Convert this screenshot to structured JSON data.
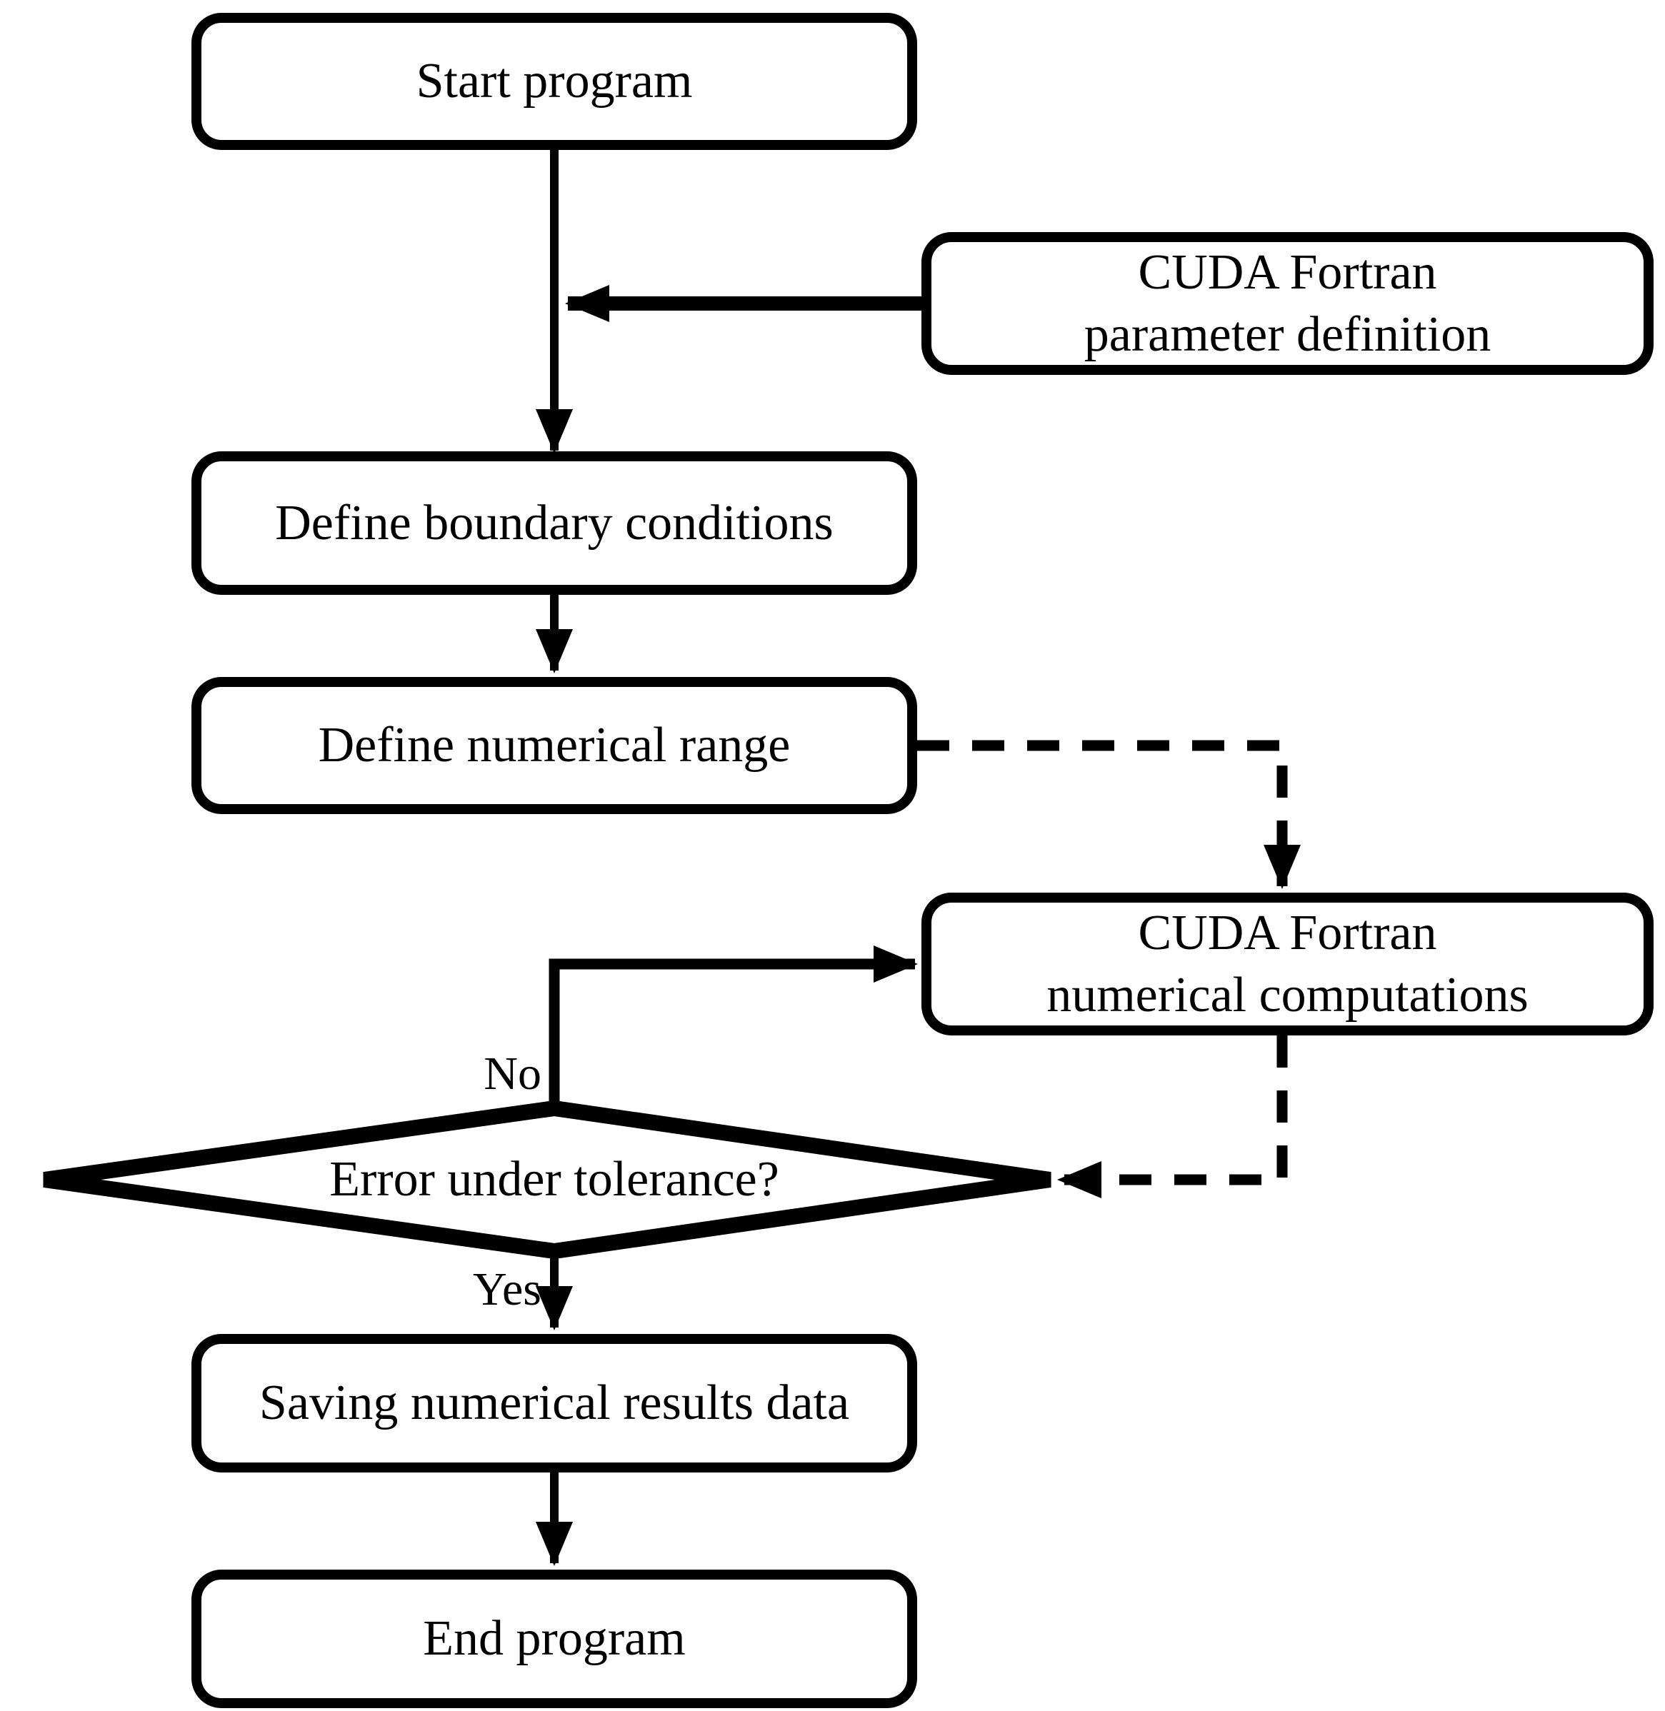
{
  "diagram": {
    "title": "CUDA Fortran program flowchart",
    "colors": {
      "stroke": "#000000",
      "background": "#ffffff",
      "text": "#000000"
    },
    "nodes": {
      "start": {
        "label": "Start program"
      },
      "param": {
        "label": "CUDA Fortran\nparameter definition"
      },
      "boundary": {
        "label": "Define boundary conditions"
      },
      "range": {
        "label": "Define numerical range"
      },
      "compute": {
        "label": "CUDA Fortran\nnumerical computations"
      },
      "decision": {
        "label": "Error under tolerance?"
      },
      "saving": {
        "label": "Saving numerical results data"
      },
      "end": {
        "label": "End program"
      }
    },
    "edge_labels": {
      "no": "No",
      "yes": "Yes"
    }
  }
}
